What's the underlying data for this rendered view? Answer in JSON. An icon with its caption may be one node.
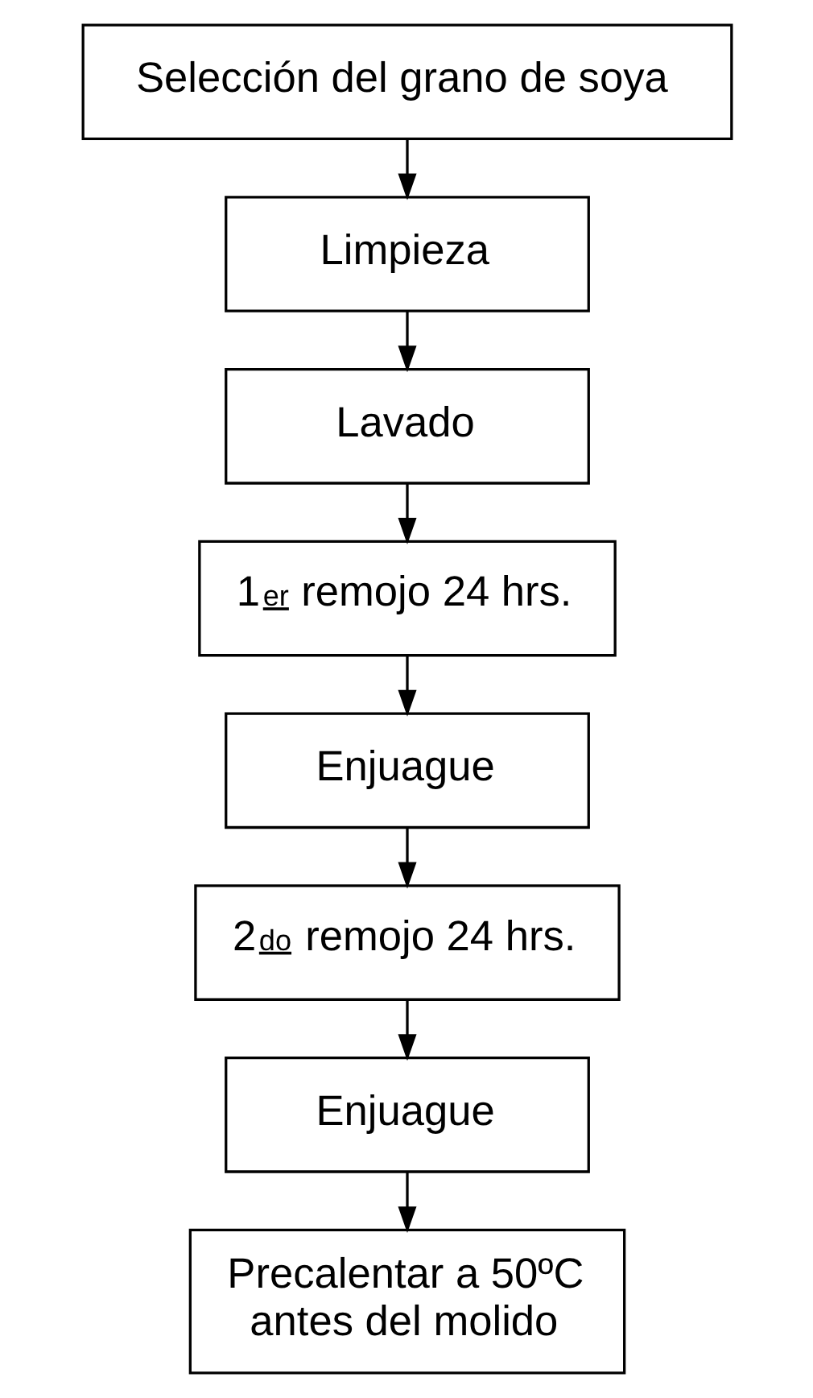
{
  "diagram": {
    "nodes": [
      {
        "text": [
          "Selección del grano de soya"
        ]
      },
      {
        "text": [
          "Limpieza"
        ]
      },
      {
        "text": [
          "Lavado"
        ]
      },
      {
        "text": [
          "1$^{er}$ remojo 24 hrs."
        ]
      },
      {
        "text": [
          "Enjuague"
        ]
      },
      {
        "text": [
          "2$^{do}$ remojo 24 hrs."
        ]
      },
      {
        "text": [
          "Enjuague"
        ]
      },
      {
        "text": [
          "Precalentar a 50ºC antes del molido"
        ]
      }
    ],
    "edges": [
      {
        "from": 0,
        "to": 1,
        "arrow": "to"
      },
      {
        "from": 1,
        "to": 2,
        "arrow": "to"
      },
      {
        "from": 2,
        "to": 3,
        "arrow": "to"
      },
      {
        "from": 3,
        "to": 4,
        "arrow": "to"
      },
      {
        "from": 4,
        "to": 5,
        "arrow": "to"
      },
      {
        "from": 5,
        "to": 6,
        "arrow": "to"
      },
      {
        "from": 6,
        "to": 7,
        "arrow": "to"
      }
    ]
  }
}
